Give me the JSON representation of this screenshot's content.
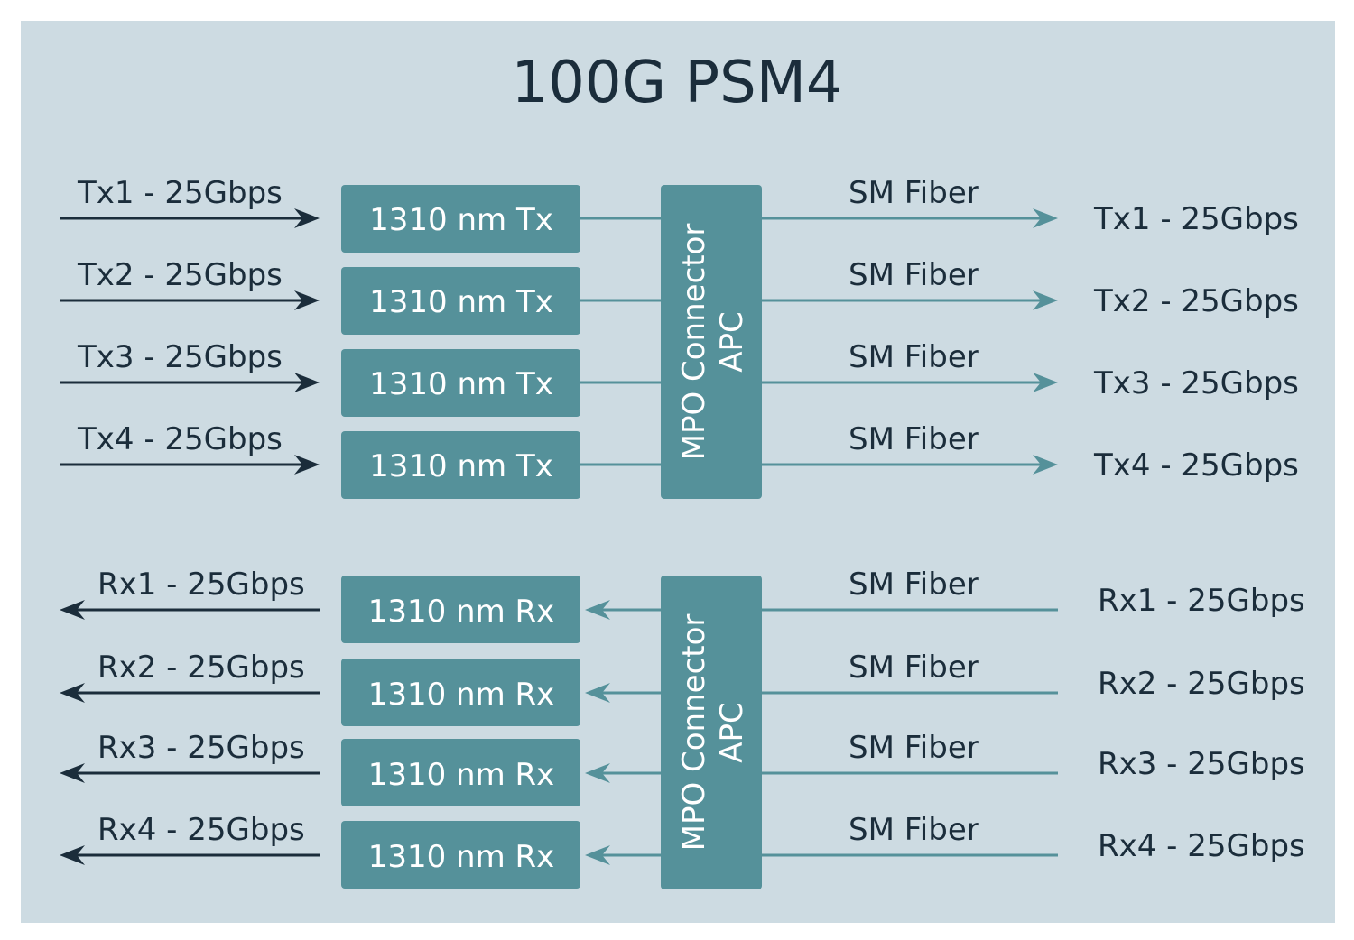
{
  "title": "100G PSM4",
  "colors": {
    "background": "#cddbe2",
    "teal": "#55919a",
    "dark": "#1b2d3b",
    "white": "#ffffff"
  },
  "tx_section": {
    "connector_label": [
      "MPO Connector",
      "APC"
    ],
    "lanes": [
      {
        "input": "Tx1 - 25Gbps",
        "module": "1310 nm Tx",
        "fiber": "SM Fiber",
        "output": "Tx1 - 25Gbps"
      },
      {
        "input": "Tx2 - 25Gbps",
        "module": "1310 nm Tx",
        "fiber": "SM Fiber",
        "output": "Tx2 - 25Gbps"
      },
      {
        "input": "Tx3 - 25Gbps",
        "module": "1310 nm Tx",
        "fiber": "SM Fiber",
        "output": "Tx3 - 25Gbps"
      },
      {
        "input": "Tx4 - 25Gbps",
        "module": "1310 nm Tx",
        "fiber": "SM Fiber",
        "output": "Tx4 - 25Gbps"
      }
    ]
  },
  "rx_section": {
    "connector_label": [
      "MPO Connector",
      "APC"
    ],
    "lanes": [
      {
        "output": "Rx1 - 25Gbps",
        "module": "1310 nm Rx",
        "fiber": "SM Fiber",
        "input": "Rx1 - 25Gbps"
      },
      {
        "output": "Rx2 - 25Gbps",
        "module": "1310 nm Rx",
        "fiber": "SM Fiber",
        "input": "Rx2 - 25Gbps"
      },
      {
        "output": "Rx3 - 25Gbps",
        "module": "1310 nm Rx",
        "fiber": "SM Fiber",
        "input": "Rx3 - 25Gbps"
      },
      {
        "output": "Rx4 - 25Gbps",
        "module": "1310 nm Rx",
        "fiber": "SM Fiber",
        "input": "Rx4 - 25Gbps"
      }
    ]
  }
}
